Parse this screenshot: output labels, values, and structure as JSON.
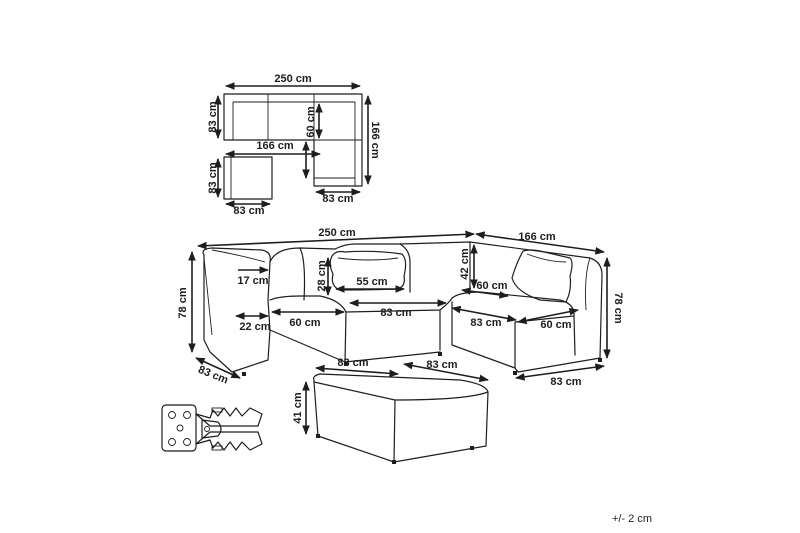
{
  "plan_top": {
    "width": "250 cm",
    "depth_left": "83 cm",
    "chaise_depth": "166 cm",
    "chaise_inner": "60 cm",
    "inner_width": "166 cm",
    "chaise_width": "83 cm"
  },
  "plan_ottoman": {
    "depth": "83 cm",
    "width": "83 cm"
  },
  "sofa": {
    "total_width": "250 cm",
    "chaise_length": "166 cm",
    "height": "78 cm",
    "height_right": "78 cm",
    "arm_width": "17 cm",
    "back_height": "28 cm",
    "pillow_width": "55 cm",
    "seat_height": "42 cm",
    "seat_depth_1": "60 cm",
    "arm_depth": "22 cm",
    "seat_depth_2": "60 cm",
    "module_width": "83 cm",
    "corner_width": "83 cm",
    "chaise_seat_depth": "60 cm",
    "depth_left": "83 cm",
    "depth_right": "83 cm"
  },
  "ottoman": {
    "height": "41 cm",
    "width": "83 cm",
    "depth": "83 cm"
  },
  "tolerance": "+/- 2 cm"
}
